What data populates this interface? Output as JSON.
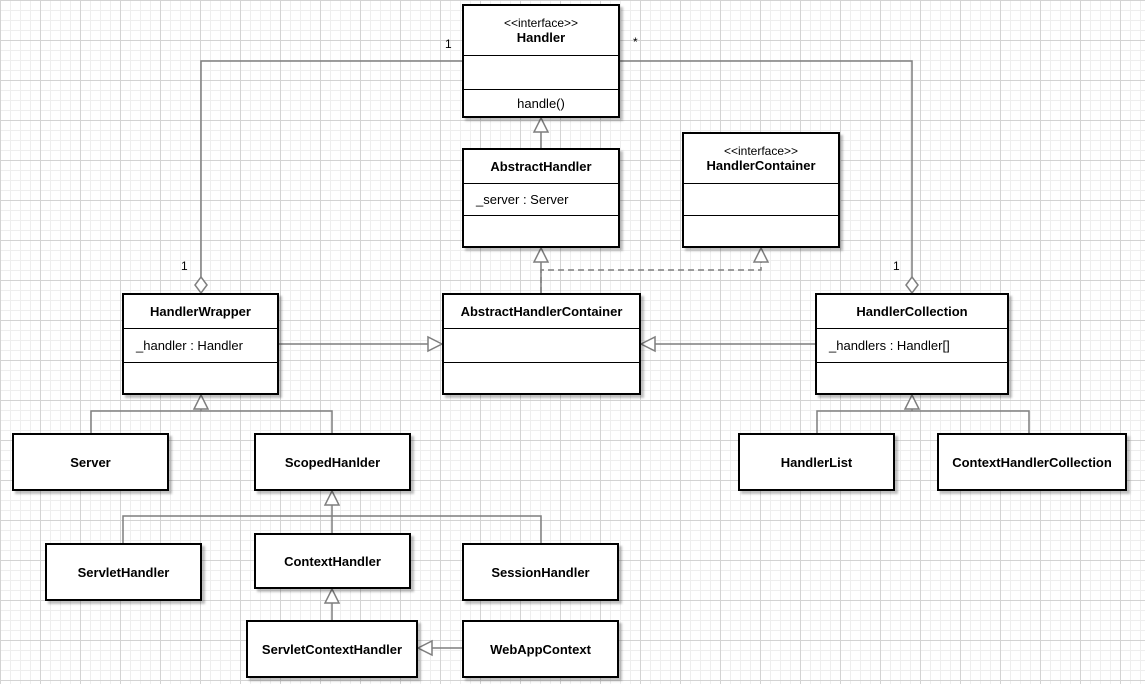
{
  "colors": {
    "line": "#7f7f7f",
    "box_border": "#000000",
    "grid": "#d3d3d3"
  },
  "classes": {
    "handler": {
      "stereotype": "<<interface>>",
      "name": "Handler",
      "attrs": "",
      "ops": "handle()"
    },
    "abstract_handler": {
      "name": "AbstractHandler",
      "attrs": "_server : Server",
      "ops": ""
    },
    "handler_container": {
      "stereotype": "<<interface>>",
      "name": "HandlerContainer",
      "attrs": "",
      "ops": ""
    },
    "handler_wrapper": {
      "name": "HandlerWrapper",
      "attrs": "_handler : Handler",
      "ops": ""
    },
    "abstract_handler_container": {
      "name": "AbstractHandlerContainer",
      "attrs": "",
      "ops": ""
    },
    "handler_collection": {
      "name": "HandlerCollection",
      "attrs": "_handlers : Handler[]",
      "ops": ""
    },
    "server": {
      "name": "Server"
    },
    "scoped_handler": {
      "name": "ScopedHanlder"
    },
    "handler_list": {
      "name": "HandlerList"
    },
    "context_handler_collection": {
      "name": "ContextHandlerCollection"
    },
    "servlet_handler": {
      "name": "ServletHandler"
    },
    "context_handler": {
      "name": "ContextHandler"
    },
    "session_handler": {
      "name": "SessionHandler"
    },
    "servlet_context_handler": {
      "name": "ServletContextHandler"
    },
    "web_app_context": {
      "name": "WebAppContext"
    }
  },
  "multiplicities": {
    "wrapper_handler_end": "1",
    "wrapper_aggregate_end": "1",
    "collection_handler_end": "*",
    "collection_aggregate_end": "1"
  }
}
